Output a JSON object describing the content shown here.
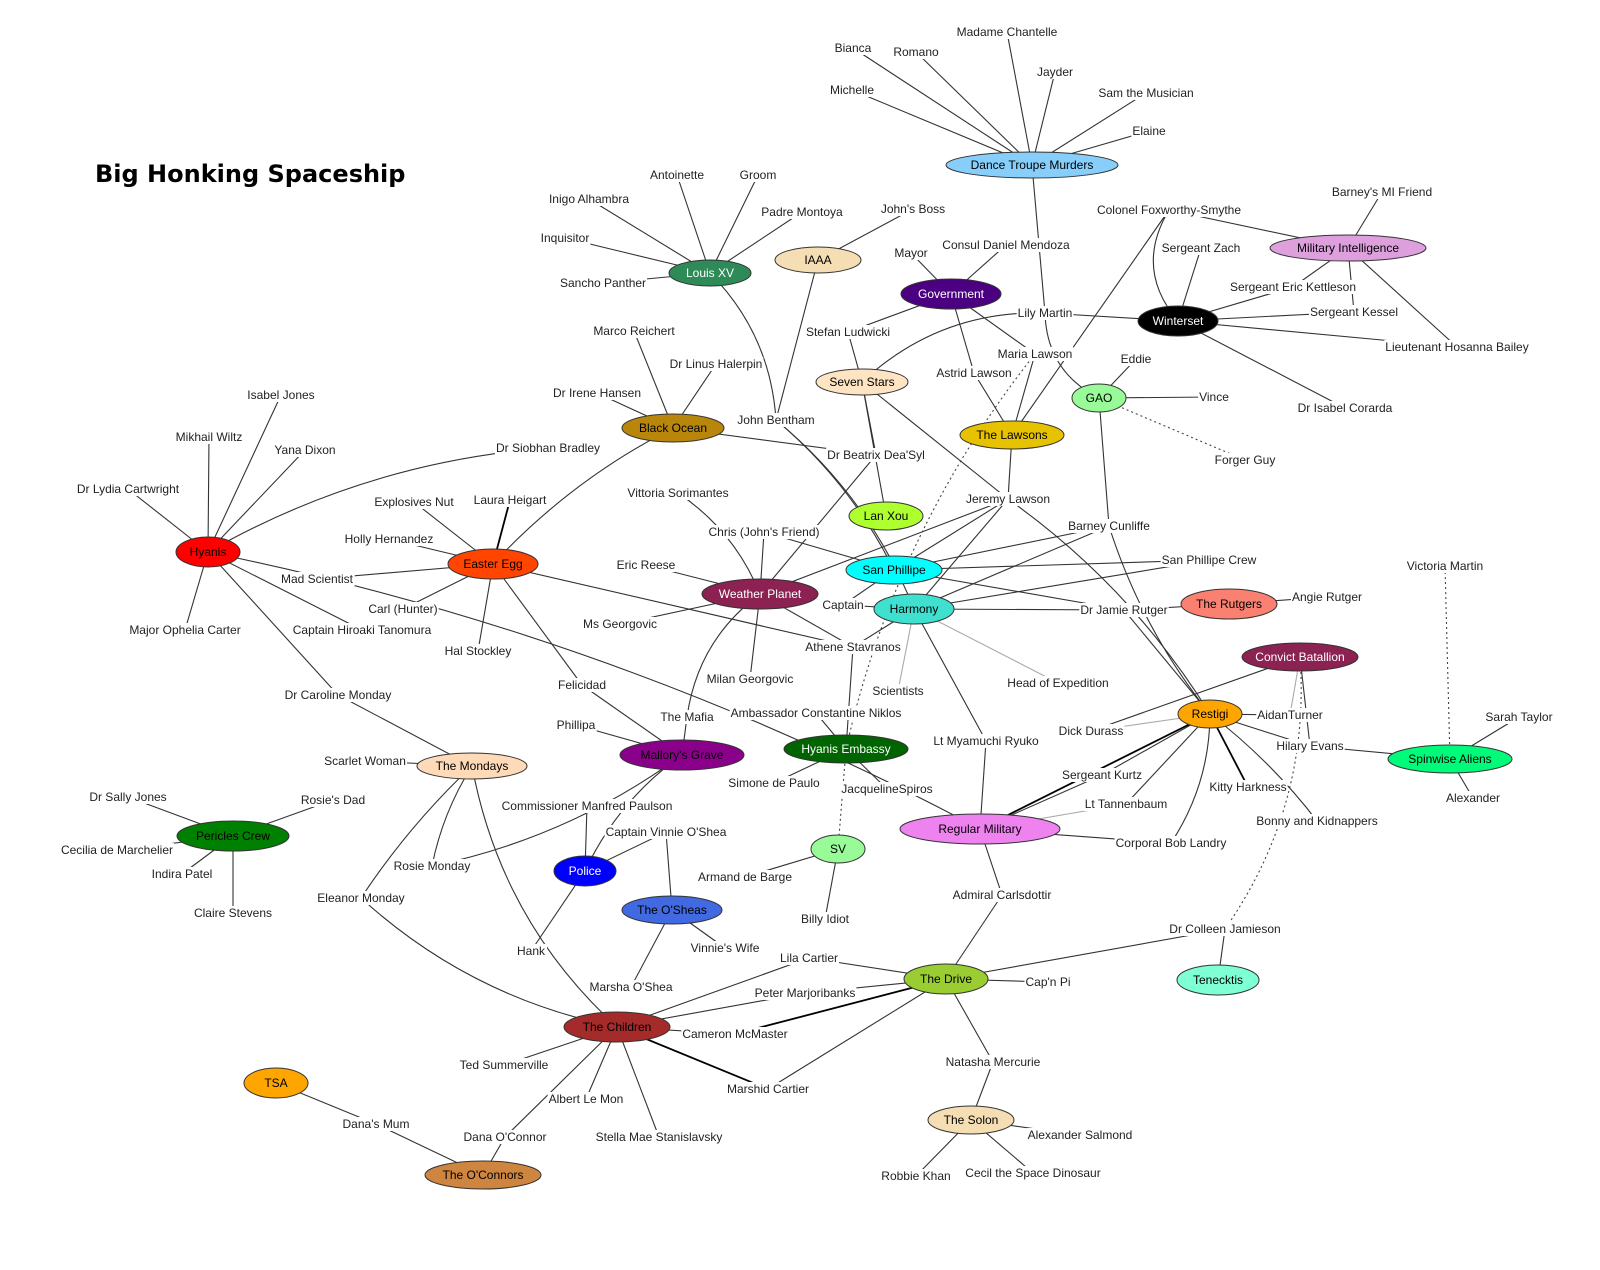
{
  "title": "Big Honking Spaceship",
  "groups": [
    {
      "id": "dtm",
      "label": "Dance Troupe Murders",
      "fill": "#87cefa",
      "text": "#000000"
    },
    {
      "id": "mi",
      "label": "Military Intelligence",
      "fill": "#dda0dd",
      "text": "#000000"
    },
    {
      "id": "winterset",
      "label": "Winterset",
      "fill": "#000000",
      "text": "#ffffff"
    },
    {
      "id": "louis",
      "label": "Louis XV",
      "fill": "#2e8b57",
      "text": "#ffffff"
    },
    {
      "id": "iaaa",
      "label": "IAAA",
      "fill": "#f5deb3",
      "text": "#000000"
    },
    {
      "id": "gov",
      "label": "Government",
      "fill": "#4b0082",
      "text": "#ffffff"
    },
    {
      "id": "seven",
      "label": "Seven Stars",
      "fill": "#ffe4c4",
      "text": "#000000"
    },
    {
      "id": "gao",
      "label": "GAO",
      "fill": "#98fb98",
      "text": "#000000"
    },
    {
      "id": "lawsons",
      "label": "The Lawsons",
      "fill": "#e6c200",
      "text": "#000000"
    },
    {
      "id": "blackocean",
      "label": "Black Ocean",
      "fill": "#b8860b",
      "text": "#000000"
    },
    {
      "id": "lanxou",
      "label": "Lan Xou",
      "fill": "#adff2f",
      "text": "#000000"
    },
    {
      "id": "hyanis",
      "label": "Hyanis",
      "fill": "#ff0000",
      "text": "#000000"
    },
    {
      "id": "easteregg",
      "label": "Easter Egg",
      "fill": "#ff4500",
      "text": "#000000"
    },
    {
      "id": "weather",
      "label": "Weather Planet",
      "fill": "#8b2252",
      "text": "#ffffff"
    },
    {
      "id": "sanphillipe",
      "label": "San Phillipe",
      "fill": "#00ffff",
      "text": "#000000"
    },
    {
      "id": "harmony",
      "label": "Harmony",
      "fill": "#40e0d0",
      "text": "#000000"
    },
    {
      "id": "rutgers",
      "label": "The Rutgers",
      "fill": "#fa8072",
      "text": "#000000"
    },
    {
      "id": "convict",
      "label": "Convict Batallion",
      "fill": "#8b2252",
      "text": "#ffffff"
    },
    {
      "id": "restigi",
      "label": "Restigi",
      "fill": "#ffa500",
      "text": "#000000"
    },
    {
      "id": "spinwise",
      "label": "Spinwise Aliens",
      "fill": "#00fa7a",
      "text": "#000000"
    },
    {
      "id": "mondays",
      "label": "The Mondays",
      "fill": "#ffdab9",
      "text": "#000000"
    },
    {
      "id": "mallory",
      "label": "Mallory's Grave",
      "fill": "#8b008b",
      "text": "#000000"
    },
    {
      "id": "embassy",
      "label": "Hyanis Embassy",
      "fill": "#006400",
      "text": "#ffffff"
    },
    {
      "id": "regular",
      "label": "Regular Military",
      "fill": "#ee82ee",
      "text": "#000000"
    },
    {
      "id": "pericles",
      "label": "Pericles Crew",
      "fill": "#008000",
      "text": "#000000"
    },
    {
      "id": "police",
      "label": "Police",
      "fill": "#0000ff",
      "text": "#ffffff"
    },
    {
      "id": "sv",
      "label": "SV",
      "fill": "#98fb98",
      "text": "#000000"
    },
    {
      "id": "osheas",
      "label": "The O'Sheas",
      "fill": "#4169e1",
      "text": "#000000"
    },
    {
      "id": "tenecktis",
      "label": "Tenecktis",
      "fill": "#7fffd4",
      "text": "#000000"
    },
    {
      "id": "drive",
      "label": "The Drive",
      "fill": "#9acd32",
      "text": "#000000"
    },
    {
      "id": "children",
      "label": "The Children",
      "fill": "#a52a2a",
      "text": "#000000"
    },
    {
      "id": "solon",
      "label": "The Solon",
      "fill": "#f5deb3",
      "text": "#000000"
    },
    {
      "id": "tsa",
      "label": "TSA",
      "fill": "#ffa500",
      "text": "#000000"
    },
    {
      "id": "oconnors",
      "label": "The O'Connors",
      "fill": "#cd853f",
      "text": "#000000"
    }
  ],
  "people": [
    "Madame Chantelle",
    "Bianca",
    "Romano",
    "Jayder",
    "Michelle",
    "Sam the Musician",
    "Elaine",
    "Barney's MI Friend",
    "Colonel Foxworthy-Smythe",
    "Sergeant Zach",
    "Sergeant Eric Kettleson",
    "Sergeant Kessel",
    "Lieutenant Hosanna Bailey",
    "Dr Isabel Corarda",
    "Antoinette",
    "Groom",
    "Inigo Alhambra",
    "Padre Montoya",
    "Inquisitor",
    "Sancho Panther",
    "John's Boss",
    "Consul Daniel Mendoza",
    "Mayor",
    "Lily Martin",
    "Stefan Ludwicki",
    "Maria Lawson",
    "Astrid Lawson",
    "Eddie",
    "Vince",
    "Forger Guy",
    "Marco Reichert",
    "Dr Linus Halerpin",
    "Dr Irene Hansen",
    "John Bentham",
    "Dr Beatrix Dea'Syl",
    "Dr Siobhan Bradley",
    "Isabel Jones",
    "Mikhail Wiltz",
    "Yana Dixon",
    "Dr Lydia Cartwright",
    "Major Ophelia Carter",
    "Captain Hiroaki Tanomura",
    "Dr Caroline Monday",
    "Explosives Nut",
    "Laura Heigart",
    "Holly Hernandez",
    "Mad Scientist",
    "Carl (Hunter)",
    "Hal Stockley",
    "Felicidad",
    "Vittoria Sorimantes",
    "Jeremy Lawson",
    "Chris (John's Friend)",
    "Barney Cunliffe",
    "San Phillipe Crew",
    "Eric Reese",
    "Captain",
    "Ms Georgovic",
    "Athene Stavranos",
    "Dr Jamie Rutger",
    "Angie Rutger",
    "Milan Georgovic",
    "Scientists",
    "Head of Expedition",
    "Victoria Martin",
    "Sarah Taylor",
    "Alexander",
    "AidanTurner",
    "Hilary Evans",
    "Kitty Harkness",
    "Bonny and Kidnappers",
    "Dick Durass",
    "Sergeant Kurtz",
    "Lt Tannenbaum",
    "Corporal Bob Landry",
    "The Mafia",
    "Phillipa",
    "Ambassador Constantine Niklos",
    "Lt Myamuchi Ryuko",
    "Simone de Paulo",
    "JacquelineSpiros",
    "Scarlet Woman",
    "Dr Sally Jones",
    "Rosie's Dad",
    "Cecilia de Marchelier",
    "Indira Patel",
    "Claire Stevens",
    "Rosie Monday",
    "Eleanor Monday",
    "Commissioner Manfred Paulson",
    "Captain Vinnie O'Shea",
    "Hank",
    "Armand de Barge",
    "Billy Idiot",
    "Admiral Carlsdottir",
    "Vinnie's Wife",
    "Dr Colleen Jamieson",
    "Lila Cartier",
    "Marsha O'Shea",
    "Peter Marjoribanks",
    "Cap'n Pi",
    "Cameron McMaster",
    "Natasha Mercurie",
    "Ted Summerville",
    "Marshid Cartier",
    "Albert Le Mon",
    "Dana O'Connor",
    "Stella Mae Stanislavsky",
    "Dana's Mum",
    "Alexander Salmond",
    "Robbie Khan",
    "Cecil the Space Dinosaur"
  ]
}
